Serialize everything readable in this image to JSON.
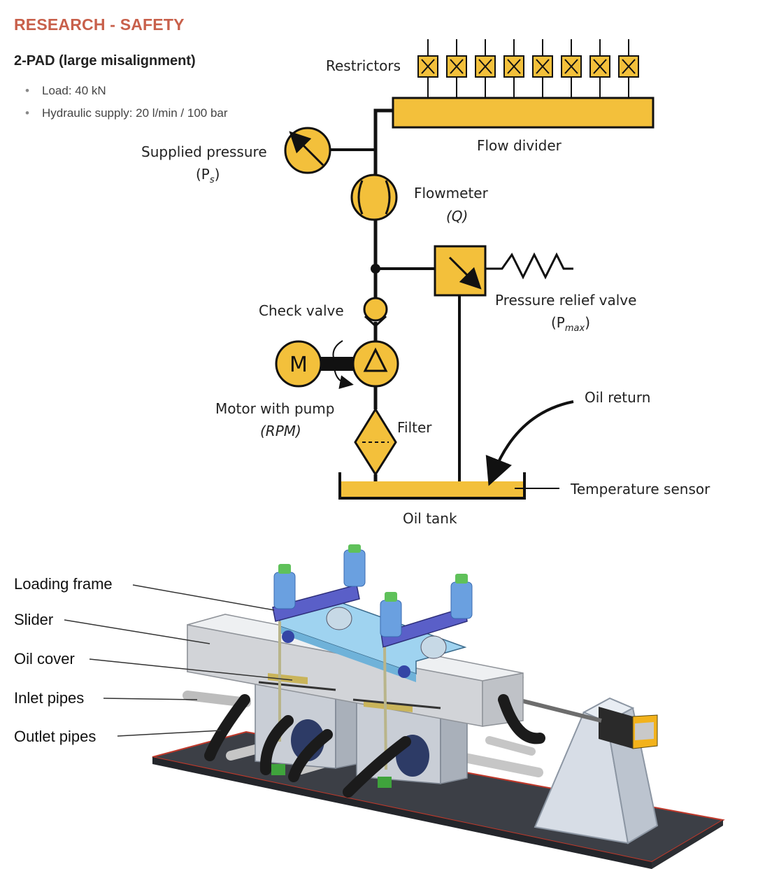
{
  "header": {
    "title": "RESEARCH - SAFETY",
    "subtitle": "2-PAD (large misalignment)",
    "bullets": [
      "Load: 40 kN",
      "Hydraulic supply: 20 l/min / 100 bar"
    ]
  },
  "schematic": {
    "restrictors": "Restrictors",
    "flow_divider": "Flow divider",
    "supplied_pressure": "Supplied pressure",
    "supplied_pressure_sym": "(P",
    "supplied_pressure_sub": "s",
    "flowmeter": "Flowmeter",
    "flowmeter_sym": "(Q)",
    "pressure_relief_valve": "Pressure relief valve",
    "prv_sym": "(P",
    "prv_sub": "max",
    "check_valve": "Check valve",
    "motor_letter": "M",
    "motor_with_pump": "Motor with pump",
    "motor_sym": "(RPM)",
    "filter": "Filter",
    "oil_return": "Oil return",
    "temperature_sensor": "Temperature sensor",
    "oil_tank": "Oil tank"
  },
  "rig": {
    "labels": [
      "Loading frame",
      "Slider",
      "Oil cover",
      "Inlet pipes",
      "Outlet pipes"
    ]
  },
  "colors": {
    "accent": "#c8604b",
    "component_fill": "#f3c03b",
    "line": "#111111",
    "frame_blue": "#5a5fc8",
    "light_blue": "#9fd3f0"
  }
}
